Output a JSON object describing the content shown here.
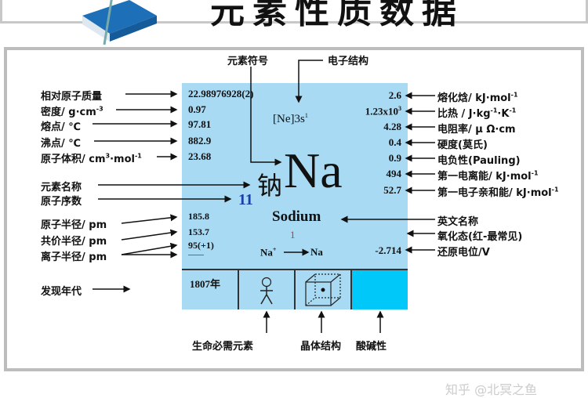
{
  "title": "元素性质数据",
  "watermark": "知乎 @北冥之鱼",
  "colors": {
    "card": "#a9daf3",
    "acid_base": "#00c8f8",
    "atomic_number": "#1a3fa8",
    "oxidation": "#d03030"
  },
  "top_labels": {
    "symbol": "元素符号",
    "electron": "电子结构"
  },
  "left_labels": {
    "mass": "相对原子质量",
    "density": "密度/ g·cm",
    "density_sup": "-3",
    "mp": "熔点/ ℃",
    "bp": "沸点/ ℃",
    "vol": "原子体积/ cm",
    "vol_mid": "·mol",
    "vol_sup3": "3",
    "vol_sup": "-1",
    "name": "元素名称",
    "number": "原子序数",
    "r_atom": "原子半径/ pm",
    "r_cov": "共价半径/ pm",
    "r_ion": "离子半径/ pm",
    "year": "发现年代"
  },
  "right_labels": {
    "fusion": "熔化焓/ kJ·mol",
    "heat": "比热 / J·kg",
    "heat_mid": "·K",
    "resist": "电阻率/ μ Ω·cm",
    "hardness": "硬度(莫氏)",
    "en": "电负性(Pauling)",
    "ie": "第一电离能/ kJ·mol",
    "ea": "第一电子亲和能/ kJ·mol",
    "eng_name": "英文名称",
    "ox": "氧化态(红-最常见)",
    "redox": "还原电位/V",
    "sup": "-1"
  },
  "bottom_labels": {
    "life": "生命必需元素",
    "crystal": "晶体结构",
    "acid": "酸碱性"
  },
  "card": {
    "mass": "22.98976928(2)",
    "density": "0.97",
    "mp": "97.81",
    "bp": "882.9",
    "vol": "23.68",
    "config": "[Ne]3s",
    "config_sup": "1",
    "cn_name": "钠",
    "symbol": "Na",
    "number": "11",
    "en_name": "Sodium",
    "ox": "1",
    "r_atom": "185.8",
    "r_cov": "153.7",
    "r_ion": "95(+1)",
    "r_ion2": "——",
    "redox_left": "Na",
    "redox_sup": "+",
    "redox_right": "Na",
    "redox": "-2.714",
    "fusion": "2.6",
    "heat": "1.23x10",
    "heat_sup": "3",
    "resist": "4.28",
    "hardness": "0.4",
    "en": "0.9",
    "ie": "494",
    "ea": "52.7",
    "year": "1807年"
  },
  "icons": {
    "life": "stick-figure-icon",
    "crystal": "body-centered-cubic-icon",
    "book": "book-pen-icon"
  }
}
